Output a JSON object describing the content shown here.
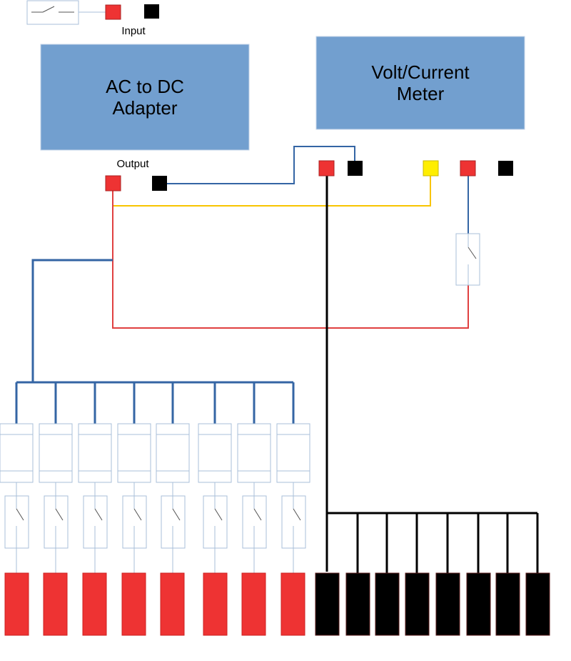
{
  "labels": {
    "input": "Input",
    "output": "Output",
    "adapter_line1": "AC to DC",
    "adapter_line2": "Adapter",
    "meter_line1": "Volt/Current",
    "meter_line2": "Meter"
  },
  "colors": {
    "box_fill": "#729fcf",
    "box_stroke": "#c5d6ea",
    "positive": "#ee3333",
    "negative": "#000000",
    "signal": "#ffee00",
    "wire_blue": "#3465a4",
    "wire_red": "#e04040",
    "wire_yellow": "#f8c400",
    "component_stroke": "#a8bfd9",
    "text": "#000000"
  },
  "channels": {
    "fuse_count": 8,
    "switch_count": 8,
    "red_terminal_count": 8,
    "black_terminal_count": 8
  }
}
